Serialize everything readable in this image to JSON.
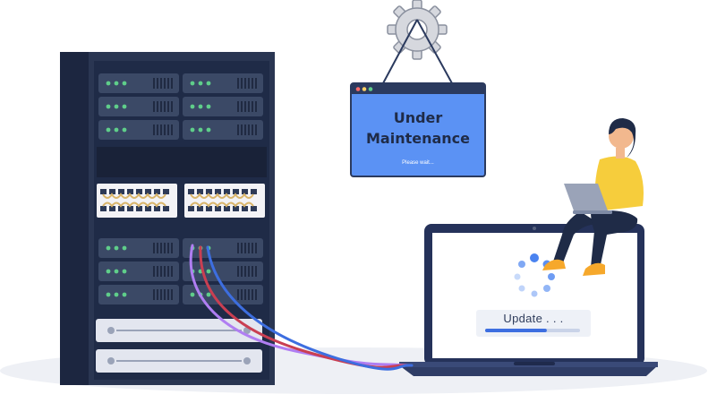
{
  "sign": {
    "title": "Under\nMaintenance",
    "subtitle": "Please wait..."
  },
  "laptop_screen": {
    "update_label": "Update . . .",
    "progress_fraction": 0.65
  },
  "colors": {
    "rack_dark": "#1f2b47",
    "rack_mid": "#33415e",
    "accent_blue": "#4a83f0",
    "sign_blue": "#5b92f4",
    "cable_purple": "#b07ef2",
    "cable_red": "#c93f52",
    "cable_blue": "#3d6ee0",
    "shirt_yellow": "#f6cd3c",
    "shoe_orange": "#f6a82b"
  }
}
